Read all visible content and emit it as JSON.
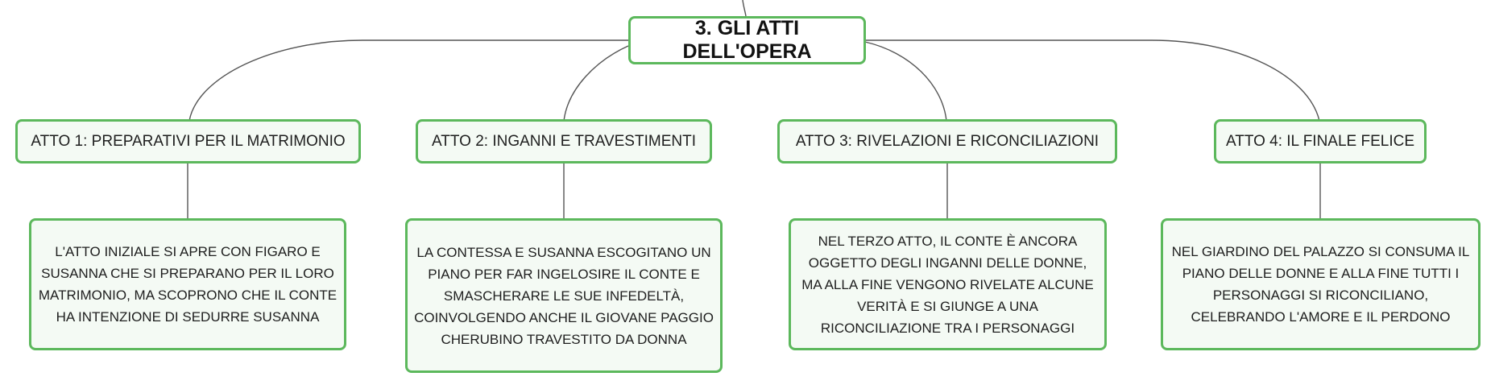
{
  "colors": {
    "node_border": "#5cb85c",
    "node_fill": "#f4faf4",
    "root_fill": "#ffffff",
    "connector": "#555555",
    "text": "#1e1e1e"
  },
  "root": {
    "title": "3. GLI ATTI DELL'OPERA"
  },
  "acts": [
    {
      "title": "ATTO 1: PREPARATIVI PER IL MATRIMONIO",
      "description": "L'ATTO INIZIALE SI APRE CON FIGARO E SUSANNA CHE SI PREPARANO PER IL LORO MATRIMONIO, MA SCOPRONO CHE IL CONTE HA INTENZIONE DI SEDURRE SUSANNA"
    },
    {
      "title": "ATTO 2: INGANNI E TRAVESTIMENTI",
      "description": "LA CONTESSA E SUSANNA ESCOGITANO UN PIANO PER FAR INGELOSIRE IL CONTE E SMASCHERARE LE SUE INFEDELTÀ, COINVOLGENDO ANCHE IL GIOVANE PAGGIO CHERUBINO TRAVESTITO DA DONNA"
    },
    {
      "title": "ATTO 3: RIVELAZIONI E RICONCILIAZIONI",
      "description": "NEL TERZO ATTO, IL CONTE È ANCORA OGGETTO DEGLI INGANNI DELLE DONNE, MA ALLA FINE VENGONO RIVELATE ALCUNE VERITÀ E SI GIUNGE A UNA RICONCILIAZIONE TRA I PERSONAGGI"
    },
    {
      "title": "ATTO 4: IL FINALE FELICE",
      "description": "NEL GIARDINO DEL PALAZZO SI CONSUMA IL PIANO DELLE DONNE E ALLA FINE TUTTI I PERSONAGGI SI RICONCILIANO, CELEBRANDO L'AMORE E IL PERDONO"
    }
  ]
}
